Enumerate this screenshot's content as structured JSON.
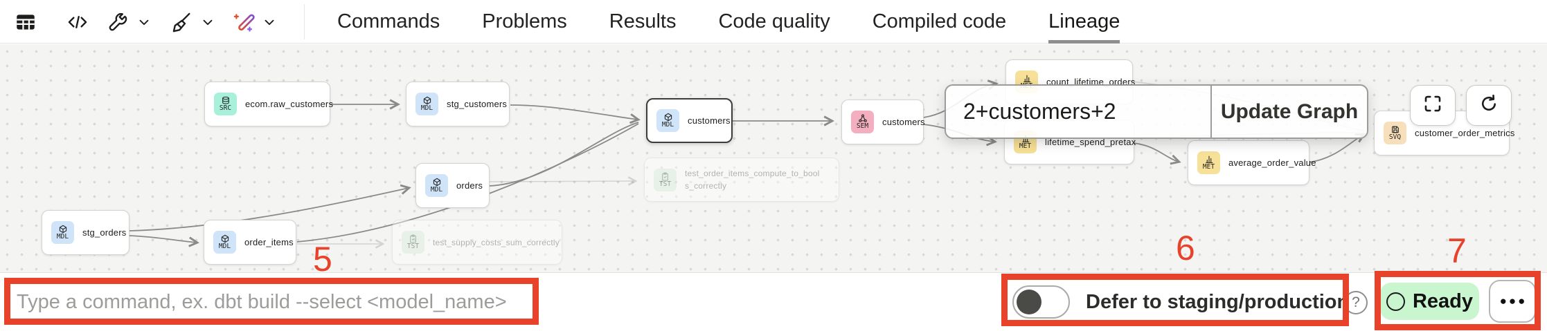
{
  "toolbar": {
    "icons": [
      "table",
      "code",
      "wrench",
      "broom",
      "wand"
    ]
  },
  "tabs": {
    "items": [
      "Commands",
      "Problems",
      "Results",
      "Code quality",
      "Compiled code",
      "Lineage"
    ],
    "active": "Lineage"
  },
  "graph": {
    "nodes": [
      {
        "type": "SRC",
        "label": "ecom.raw_customers"
      },
      {
        "type": "MDL",
        "label": "stg_customers"
      },
      {
        "type": "MDL",
        "label": "orders"
      },
      {
        "type": "MDL",
        "label": "stg_orders"
      },
      {
        "type": "MDL",
        "label": "order_items"
      },
      {
        "type": "MDL",
        "label": "customers",
        "selected": true
      },
      {
        "type": "TST",
        "label": "test_order_items_compute_to_bools_correctly",
        "faded": true
      },
      {
        "type": "TST",
        "label": "test_supply_costs_sum_correctly",
        "faded": true
      },
      {
        "type": "SEM",
        "label": "customers"
      },
      {
        "type": "MET",
        "label": "count_lifetime_orders"
      },
      {
        "type": "MET",
        "label": "lifetime_spend_pretax"
      },
      {
        "type": "MET",
        "label": "average_order_value"
      },
      {
        "type": "SVQ",
        "label": "customer_order_metrics"
      }
    ],
    "selector_value": "2+customers+2",
    "update_graph_label": "Update Graph"
  },
  "bottom_bar": {
    "command_placeholder": "Type a command, ex. dbt build --select <model_name>",
    "defer_label": "Defer to staging/production",
    "help_symbol": "?",
    "ready_label": "Ready",
    "ellipsis": "●●●"
  },
  "annotations": {
    "box_color": "#e8422a",
    "labels": [
      "5",
      "6",
      "7"
    ]
  },
  "colors": {
    "badge_src": "#a9f0db",
    "badge_mdl": "#cfe4f9",
    "badge_sem": "#f3afc0",
    "badge_met": "#f7e097",
    "badge_svq": "#f6dfba",
    "badge_tst": "#d9efdc",
    "ready_bg": "#c9f5cf",
    "annotation_red": "#e8422a"
  }
}
